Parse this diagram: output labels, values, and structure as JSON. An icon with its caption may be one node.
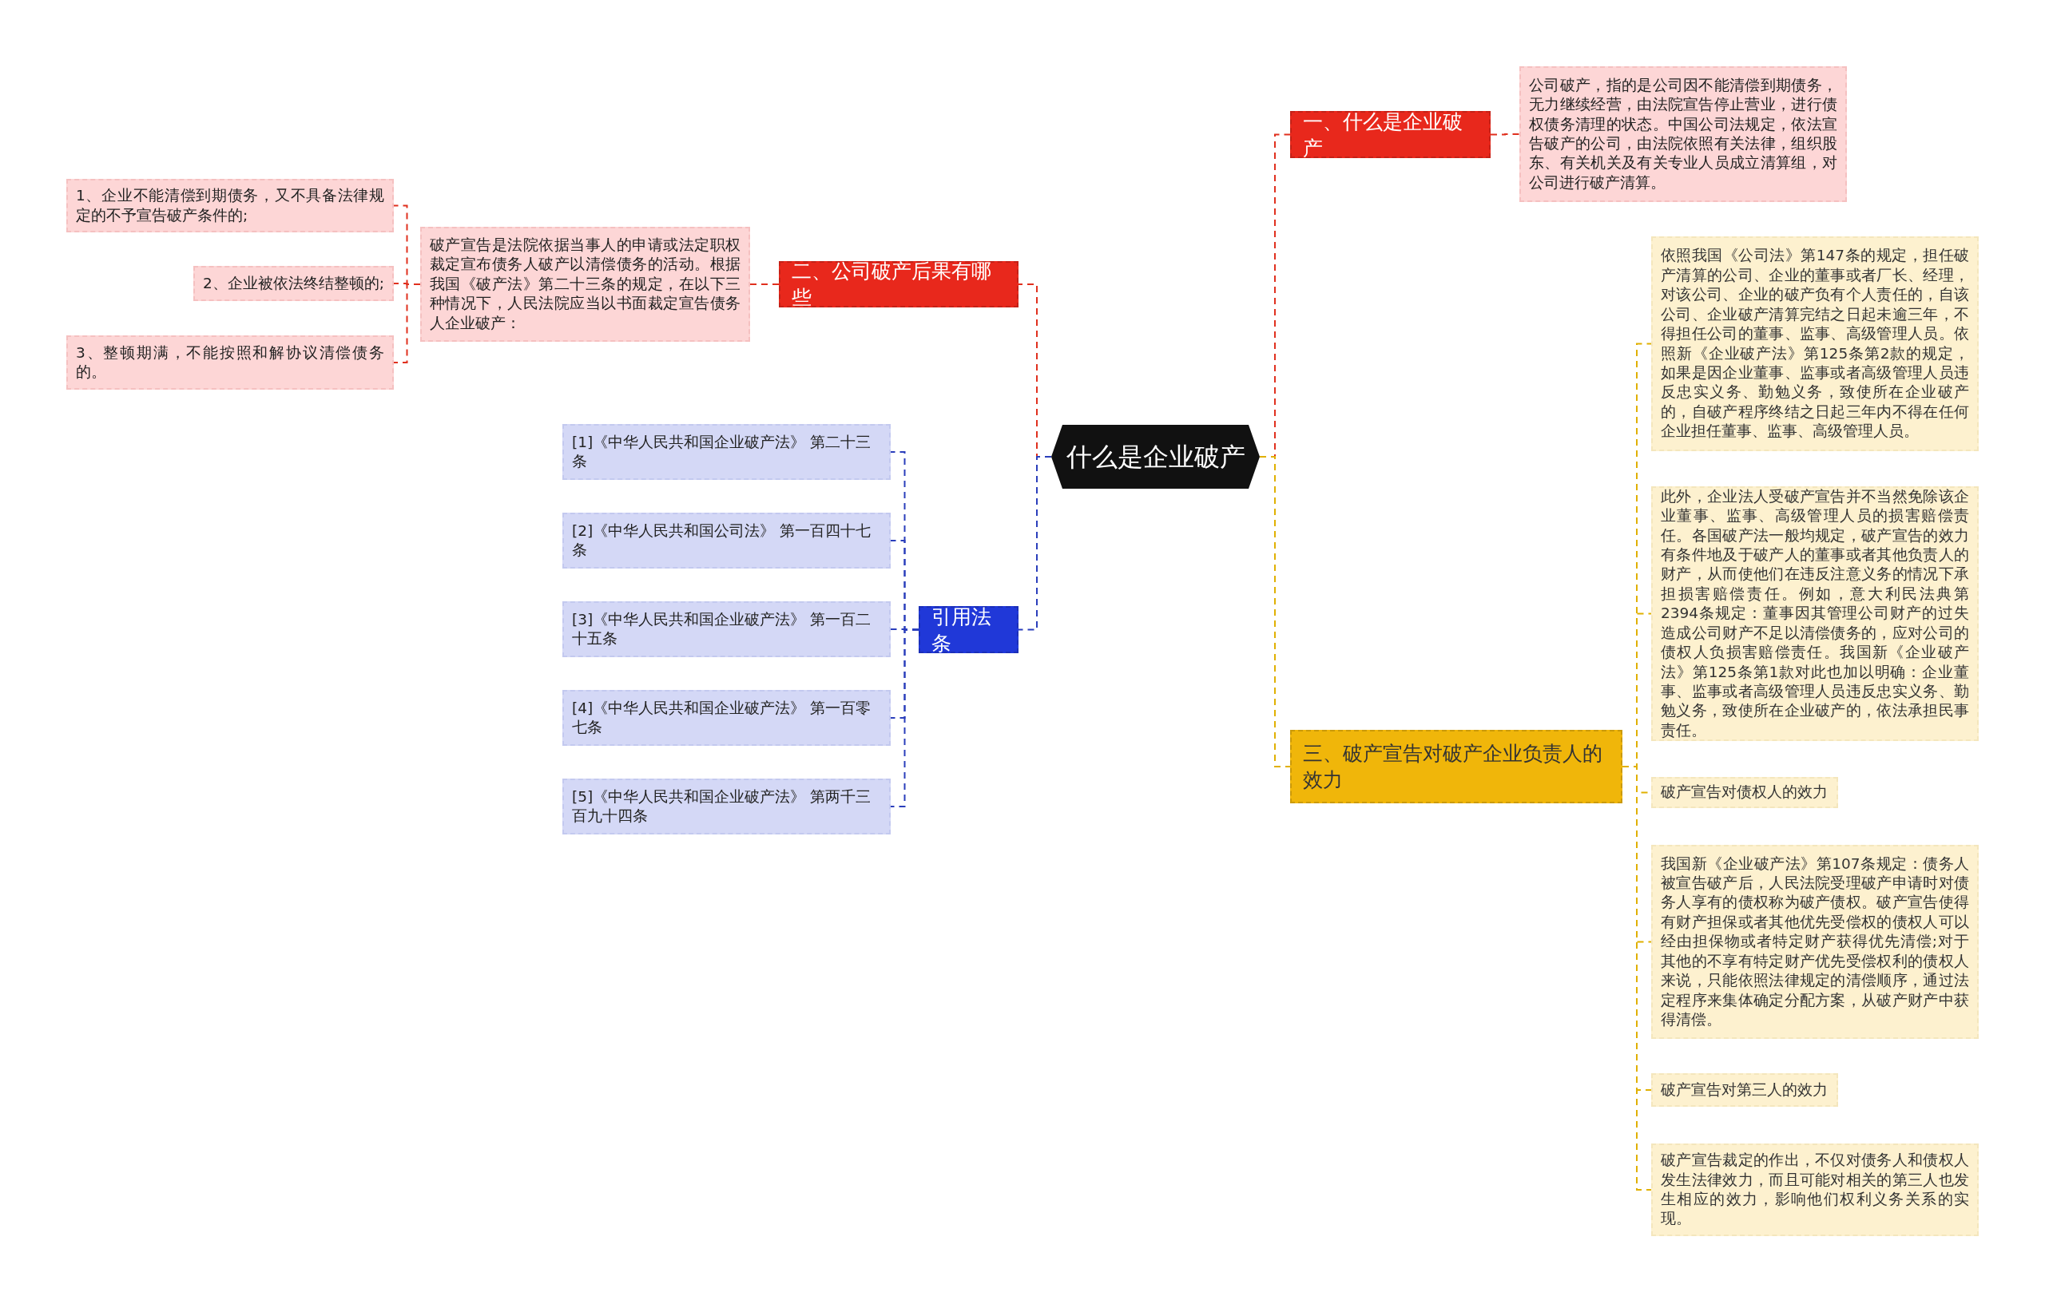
{
  "diagram": {
    "nodes": [
      {
        "text": [
          "什么是企业破产"
        ]
      },
      {
        "text": [
          "一、什么是企业破产"
        ]
      },
      {
        "text": [
          "公司破产，指的是公司因不能清偿到期债务，无力继续经营，由法院宣告停止营业，进行债权债务清理的状态。中国公司法规定，依法宣告破产的公司，由法院依照有关法律，组织股东、有关机关及有关专业人员成立清算组，对公司进行破产清算。"
        ]
      },
      {
        "text": [
          "二、公司破产后果有哪些"
        ]
      },
      {
        "text": [
          "破产宣告是法院依据当事人的申请或法定职权裁定宣布债务人破产以清偿债务的活动。根据我国《破产法》第二十三条的规定，在以下三种情况下，人民法院应当以书面裁定宣告债务人企业破产："
        ]
      },
      {
        "text": [
          "1、企业不能清偿到期债务，又不具备法律规定的不予宣告破产条件的;"
        ]
      },
      {
        "text": [
          "2、企业被依法终结整顿的;"
        ]
      },
      {
        "text": [
          "3、整顿期满，不能按照和解协议清偿债务的。"
        ]
      },
      {
        "text": [
          "引用法条"
        ]
      },
      {
        "text": [
          "[1]《中华人民共和国企业破产法》 第二十三条"
        ]
      },
      {
        "text": [
          "[2]《中华人民共和国公司法》 第一百四十七条"
        ]
      },
      {
        "text": [
          "[3]《中华人民共和国企业破产法》 第一百二十五条"
        ]
      },
      {
        "text": [
          "[4]《中华人民共和国企业破产法》 第一百零七条"
        ]
      },
      {
        "text": [
          "[5]《中华人民共和国企业破产法》 第两千三百九十四条"
        ]
      },
      {
        "text": [
          "三、破产宣告对破产企业负责人的效力"
        ]
      },
      {
        "text": [
          "依照我国《公司法》第147条的规定，担任破产清算的公司、企业的董事或者厂长、经理，对该公司、企业的破产负有个人责任的，自该公司、企业破产清算完结之日起未逾三年，不得担任公司的董事、监事、高级管理人员。依照新《企业破产法》第125条第2款的规定，如果是因企业董事、监事或者高级管理人员违反忠实义务、勤勉义务，致使所在企业破产的，自破产程序终结之日起三年内不得在任何企业担任董事、监事、高级管理人员。"
        ]
      },
      {
        "text": [
          "此外，企业法人受破产宣告并不当然免除该企业董事、监事、高级管理人员的损害赔偿责任。各国破产法一般均规定，破产宣告的效力有条件地及于破产人的董事或者其他负责人的财产，从而使他们在违反注意义务的情况下承担损害赔偿责任。例如，意大利民法典第2394条规定：董事因其管理公司财产的过失造成公司财产不足以清偿债务的，应对公司的债权人负损害赔偿责任。我国新《企业破产法》第125条第1款对此也加以明确：企业董事、监事或者高级管理人员违反忠实义务、勤勉义务，致使所在企业破产的，依法承担民事责任。"
        ]
      },
      {
        "text": [
          "破产宣告对债权人的效力"
        ]
      },
      {
        "text": [
          "我国新《企业破产法》第107条规定：债务人被宣告破产后，人民法院受理破产申请时对债务人享有的债权称为破产债权。破产宣告使得有财产担保或者其他优先受偿权的债权人可以经由担保物或者特定财产获得优先清偿;对于其他的不享有特定财产优先受偿权利的债权人来说，只能依照法律规定的清偿顺序，通过法定程序来集体确定分配方案，从破产财产中获得清偿。"
        ]
      },
      {
        "text": [
          "破产宣告对第三人的效力"
        ]
      },
      {
        "text": [
          "破产宣告裁定的作出，不仅对债务人和债权人发生法律效力，而且可能对相关的第三人也发生相应的效力，影响他们权利义务关系的实现。"
        ]
      }
    ],
    "edges": [
      {
        "from": 0,
        "to": 1,
        "arrow": "none",
        "style": "dashed",
        "color": "#e0301e"
      },
      {
        "from": 1,
        "to": 2,
        "arrow": "none",
        "style": "dashed",
        "color": "#e0301e"
      },
      {
        "from": 0,
        "to": 3,
        "arrow": "none",
        "style": "dashed",
        "color": "#e0301e"
      },
      {
        "from": 3,
        "to": 4,
        "arrow": "none",
        "style": "dashed",
        "color": "#e0301e"
      },
      {
        "from": 4,
        "to": 5,
        "arrow": "none",
        "style": "dashed",
        "color": "#e0301e"
      },
      {
        "from": 4,
        "to": 6,
        "arrow": "none",
        "style": "dashed",
        "color": "#e0301e"
      },
      {
        "from": 4,
        "to": 7,
        "arrow": "none",
        "style": "dashed",
        "color": "#e0301e"
      },
      {
        "from": 0,
        "to": 8,
        "arrow": "none",
        "style": "dashed",
        "color": "#2a3ebb"
      },
      {
        "from": 8,
        "to": 9,
        "arrow": "none",
        "style": "dashed",
        "color": "#2a3ebb"
      },
      {
        "from": 8,
        "to": 10,
        "arrow": "none",
        "style": "dashed",
        "color": "#2a3ebb"
      },
      {
        "from": 8,
        "to": 11,
        "arrow": "none",
        "style": "dashed",
        "color": "#2a3ebb"
      },
      {
        "from": 8,
        "to": 12,
        "arrow": "none",
        "style": "dashed",
        "color": "#2a3ebb"
      },
      {
        "from": 8,
        "to": 13,
        "arrow": "none",
        "style": "dashed",
        "color": "#2a3ebb"
      },
      {
        "from": 0,
        "to": 14,
        "arrow": "none",
        "style": "dashed",
        "color": "#e0b000"
      },
      {
        "from": 14,
        "to": 15,
        "arrow": "none",
        "style": "dashed",
        "color": "#e0b000"
      },
      {
        "from": 14,
        "to": 16,
        "arrow": "none",
        "style": "dashed",
        "color": "#e0b000"
      },
      {
        "from": 14,
        "to": 17,
        "arrow": "none",
        "style": "dashed",
        "color": "#e0b000"
      },
      {
        "from": 14,
        "to": 18,
        "arrow": "none",
        "style": "dashed",
        "color": "#e0b000"
      },
      {
        "from": 14,
        "to": 19,
        "arrow": "none",
        "style": "dashed",
        "color": "#e0b000"
      },
      {
        "from": 14,
        "to": 20,
        "arrow": "none",
        "style": "dashed",
        "color": "#e0b000"
      }
    ]
  }
}
